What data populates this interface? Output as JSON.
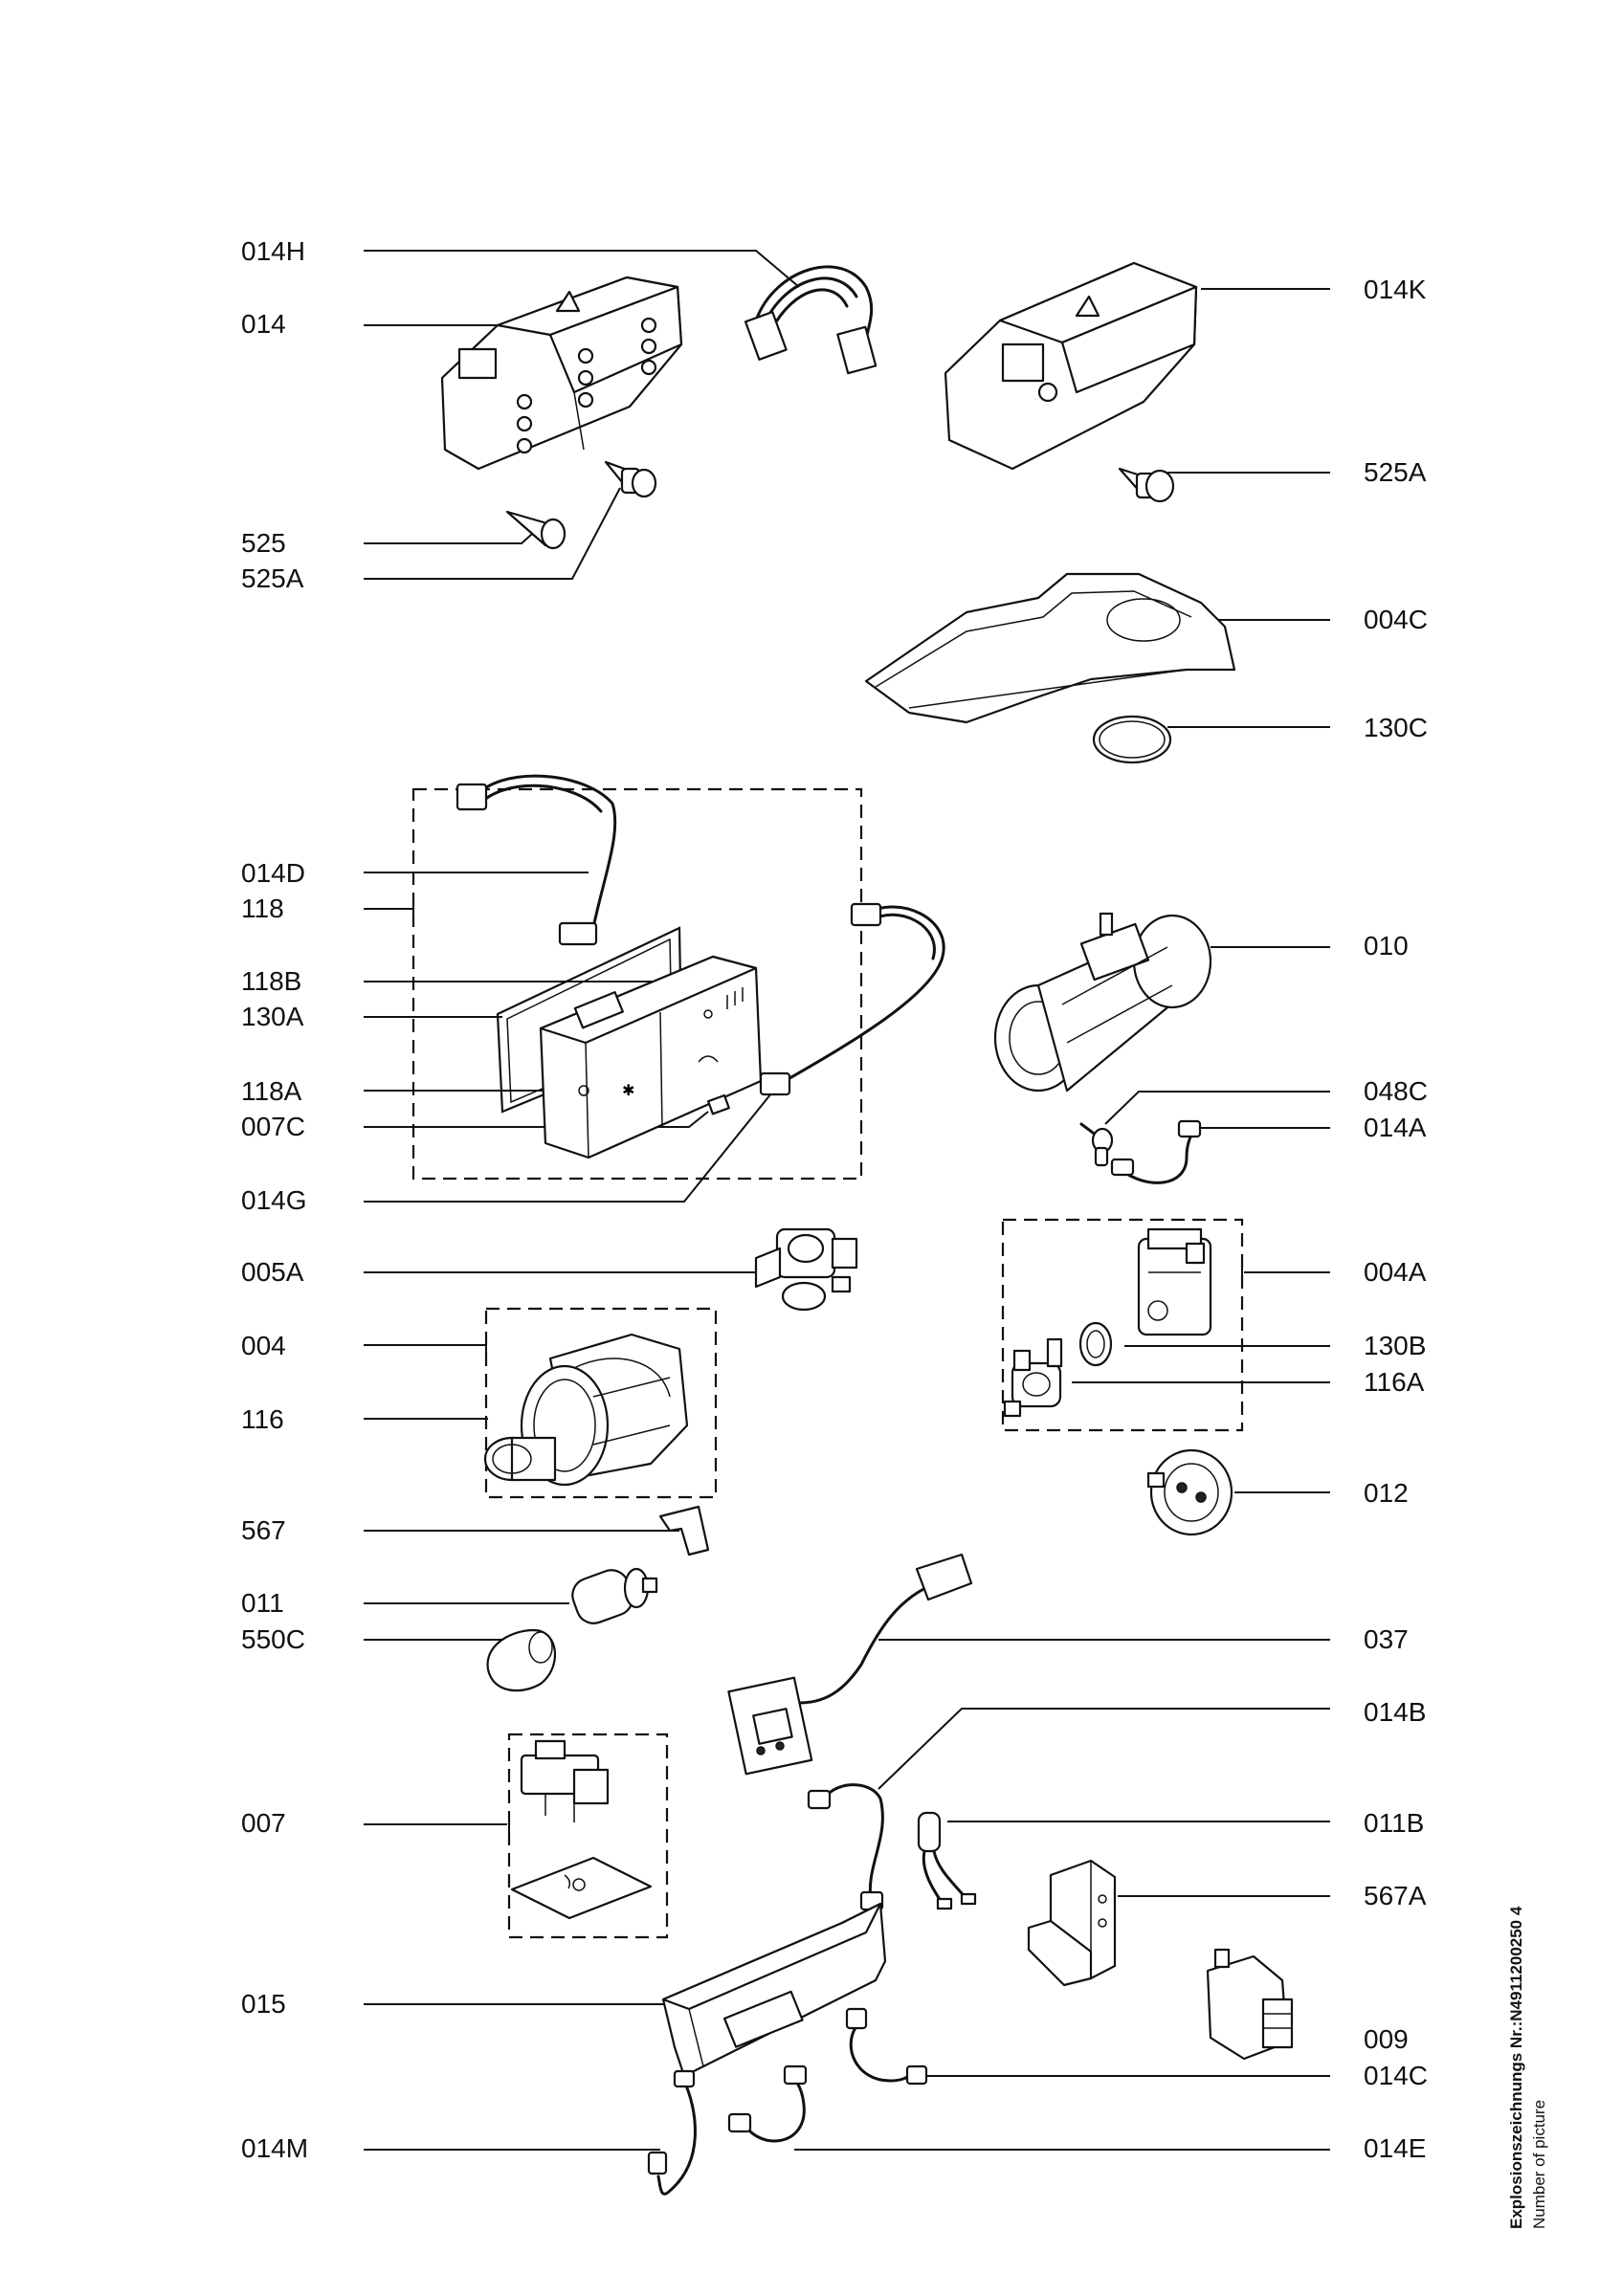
{
  "labels": {
    "l_014H": "014H",
    "l_014": "014",
    "l_525": "525",
    "l_525A_left": "525A",
    "l_014D": "014D",
    "l_118": "118",
    "l_118B": "118B",
    "l_130A": "130A",
    "l_118A": "118A",
    "l_007C": "007C",
    "l_014G": "014G",
    "l_005A": "005A",
    "l_004": "004",
    "l_116": "116",
    "l_567": "567",
    "l_011": "011",
    "l_550C": "550C",
    "l_007": "007",
    "l_015": "015",
    "l_014M": "014M",
    "l_014K": "014K",
    "l_525A_right": "525A",
    "l_004C": "004C",
    "l_130C": "130C",
    "l_010": "010",
    "l_048C": "048C",
    "l_014A": "014A",
    "l_004A": "004A",
    "l_130B": "130B",
    "l_116A": "116A",
    "l_012": "012",
    "l_037": "037",
    "l_014B": "014B",
    "l_011B": "011B",
    "l_567A": "567A",
    "l_009": "009",
    "l_014C": "014C",
    "l_014E": "014E"
  },
  "side_note": {
    "title": "Explosionszeichnungs Nr.:N4911200250 4",
    "subtitle": "Number of picture"
  }
}
